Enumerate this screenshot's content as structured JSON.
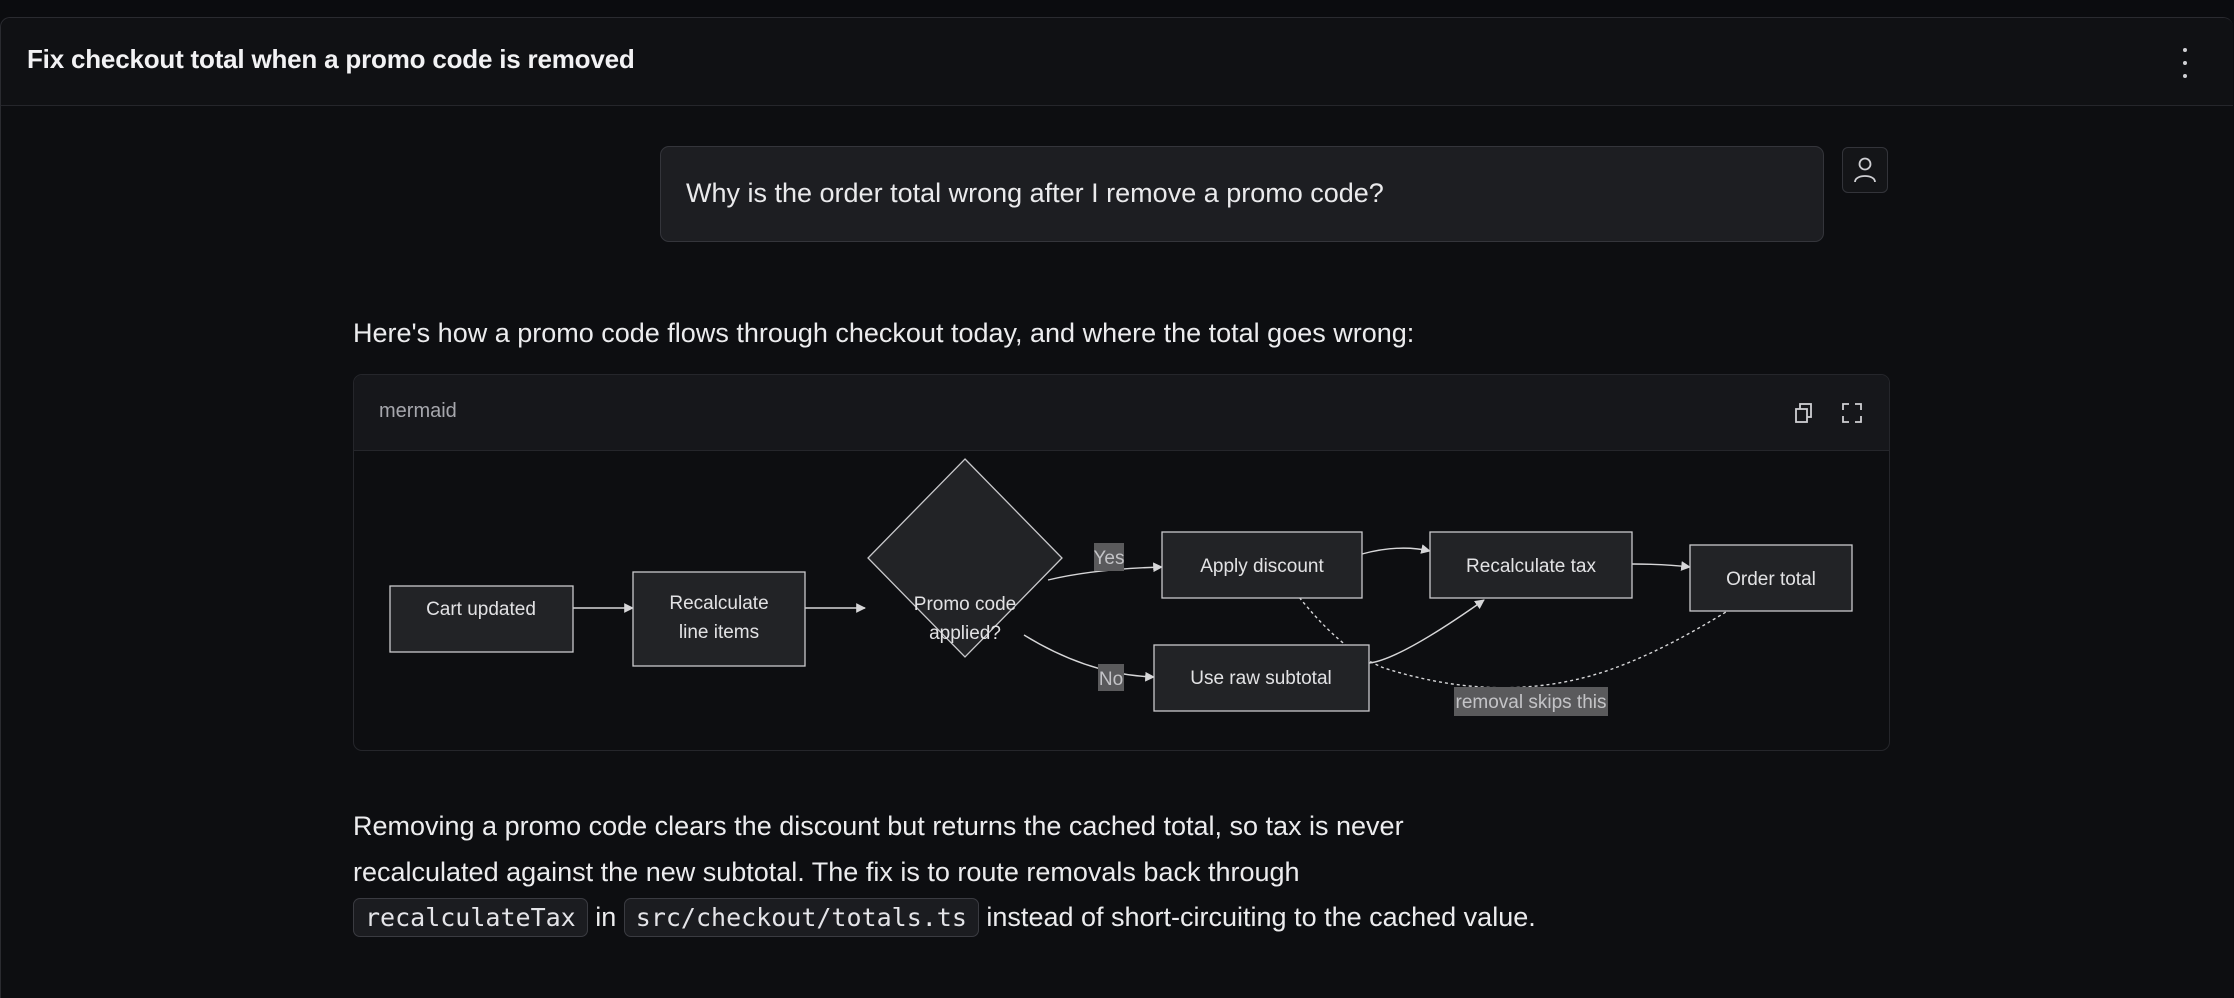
{
  "header": {
    "title": "Fix checkout total when a promo code is removed",
    "menu_icon": "more-vertical-icon"
  },
  "user_message": {
    "text": "Why is the order total wrong after I remove a promo code?",
    "avatar_icon": "user-icon"
  },
  "assistant": {
    "intro": "Here's how a promo code flows through checkout today, and where the total goes wrong:",
    "code_block": {
      "language": "mermaid",
      "copy_icon": "copy-icon",
      "expand_icon": "expand-icon"
    },
    "diagram": {
      "nodes": {
        "cart": "Cart updated",
        "line_items_1": "Recalculate",
        "line_items_2": "line items",
        "promo_1": "Promo code",
        "promo_2": "applied?",
        "apply": "Apply discount",
        "raw": "Use raw subtotal",
        "tax": "Recalculate tax",
        "total": "Order total"
      },
      "edge_labels": {
        "yes": "Yes",
        "no": "No",
        "skip": "removal skips this"
      }
    },
    "answer": {
      "line1": "Removing a promo code clears the discount but returns the cached total, so tax is never",
      "line2": "recalculated against the new subtotal. The fix is to route removals back through",
      "code1": "recalculateTax",
      "joiner": "in",
      "code2": "src/checkout/totals.ts",
      "tail": "instead of short-circuiting to the cached value."
    }
  },
  "colors": {
    "background": "#0d0e11",
    "node_fill": "#222326",
    "node_stroke": "#c9c9cc",
    "label_bg": "#5a5a5c"
  }
}
